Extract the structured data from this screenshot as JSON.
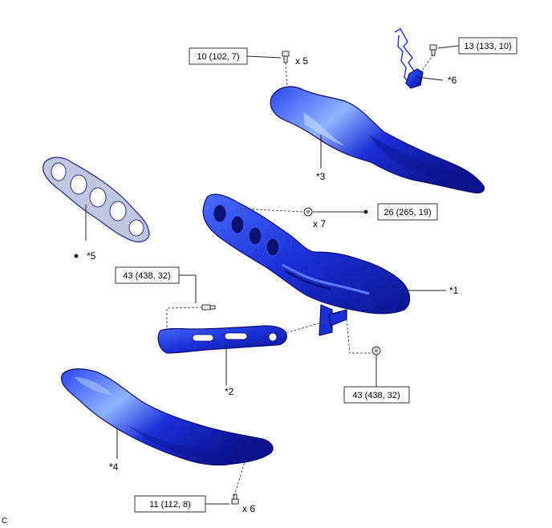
{
  "torque": {
    "t1": "10 (102, 7)",
    "t2": "13 (133, 10)",
    "t3": "26 (265, 19)",
    "t4": "43 (438, 32)",
    "t5": "43 (438, 32)",
    "t6": "11 (112, 8)"
  },
  "qty": {
    "q1": "x 5",
    "q2": "x 7",
    "q3": "x 6"
  },
  "labels": {
    "p1": "*1",
    "p2": "*2",
    "p3": "*3",
    "p4": "*4",
    "p5": "*5",
    "p6": "*6"
  },
  "corner": "C",
  "colors": {
    "part_blue": "#1a2fd6",
    "part_highlight": "#7fa8ff",
    "part_dark": "#0a0a70"
  }
}
